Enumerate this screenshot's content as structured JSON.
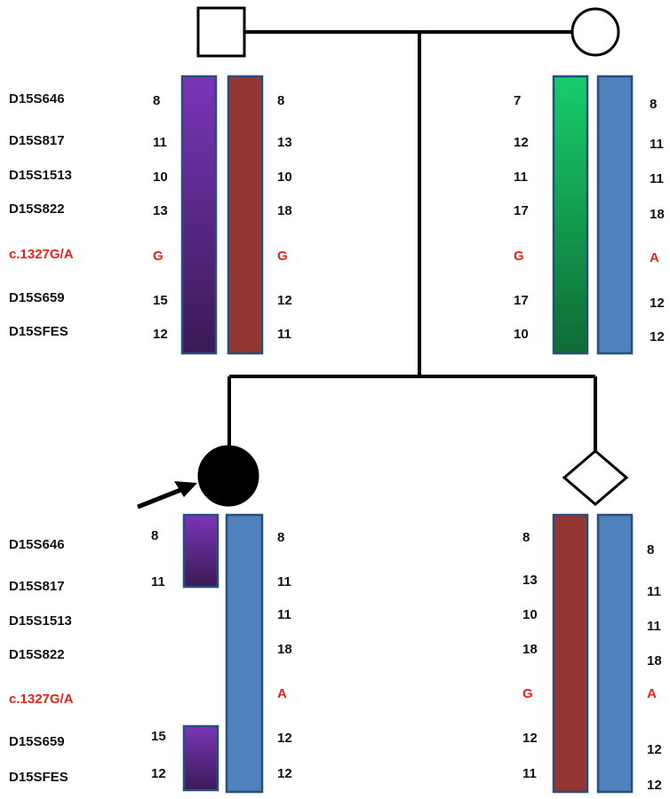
{
  "colors": {
    "purple_top": "#7a35b8",
    "purple_bottom": "#3a1a55",
    "brown": "#943631",
    "green_top": "#16cd6b",
    "green_bottom": "#0f6b34",
    "blue": "#4f81bd",
    "mutation_red": "#e8231e",
    "bar_border": "#264f7a"
  },
  "symbols": {
    "father": "square (male)",
    "mother": "circle (female)",
    "proband": "filled circle (affected female)",
    "sibling": "diamond (sex unspecified)",
    "proband_marker": "arrow-icon"
  },
  "father": {
    "markers": [
      "D15S646",
      "D15S817",
      "D15S1513",
      "D15S822",
      "c.1327G/A",
      "D15S659",
      "D15SFES"
    ],
    "hap1": [
      "8",
      "11",
      "10",
      "13",
      "G",
      "15",
      "12"
    ],
    "hap2": [
      "8",
      "13",
      "10",
      "18",
      "G",
      "12",
      "11"
    ]
  },
  "mother": {
    "hap1": [
      "7",
      "12",
      "11",
      "17",
      "G",
      "17",
      "10"
    ],
    "hap2": [
      "8",
      "11",
      "11",
      "18",
      "A",
      "12",
      "12"
    ]
  },
  "proband": {
    "markers": [
      "D15S646",
      "D15S817",
      "D15S1513",
      "D15S822",
      "c.1327G/A",
      "D15S659",
      "D15SFES"
    ],
    "hap1_top": [
      "8",
      "11"
    ],
    "hap1_bottom": [
      "15",
      "12"
    ],
    "hap2": [
      "8",
      "11",
      "11",
      "18",
      "A",
      "12",
      "12"
    ]
  },
  "sibling": {
    "hap1": [
      "8",
      "13",
      "10",
      "18",
      "G",
      "12",
      "11"
    ],
    "hap2": [
      "8",
      "11",
      "11",
      "18",
      "A",
      "12",
      "12"
    ]
  }
}
